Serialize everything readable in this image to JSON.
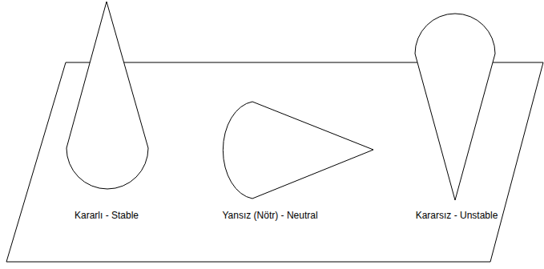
{
  "diagram": {
    "labels": [
      "Kararlı - Stable",
      "Yansız (Nötr) - Neutral",
      "Kararsız - Unstable"
    ]
  }
}
